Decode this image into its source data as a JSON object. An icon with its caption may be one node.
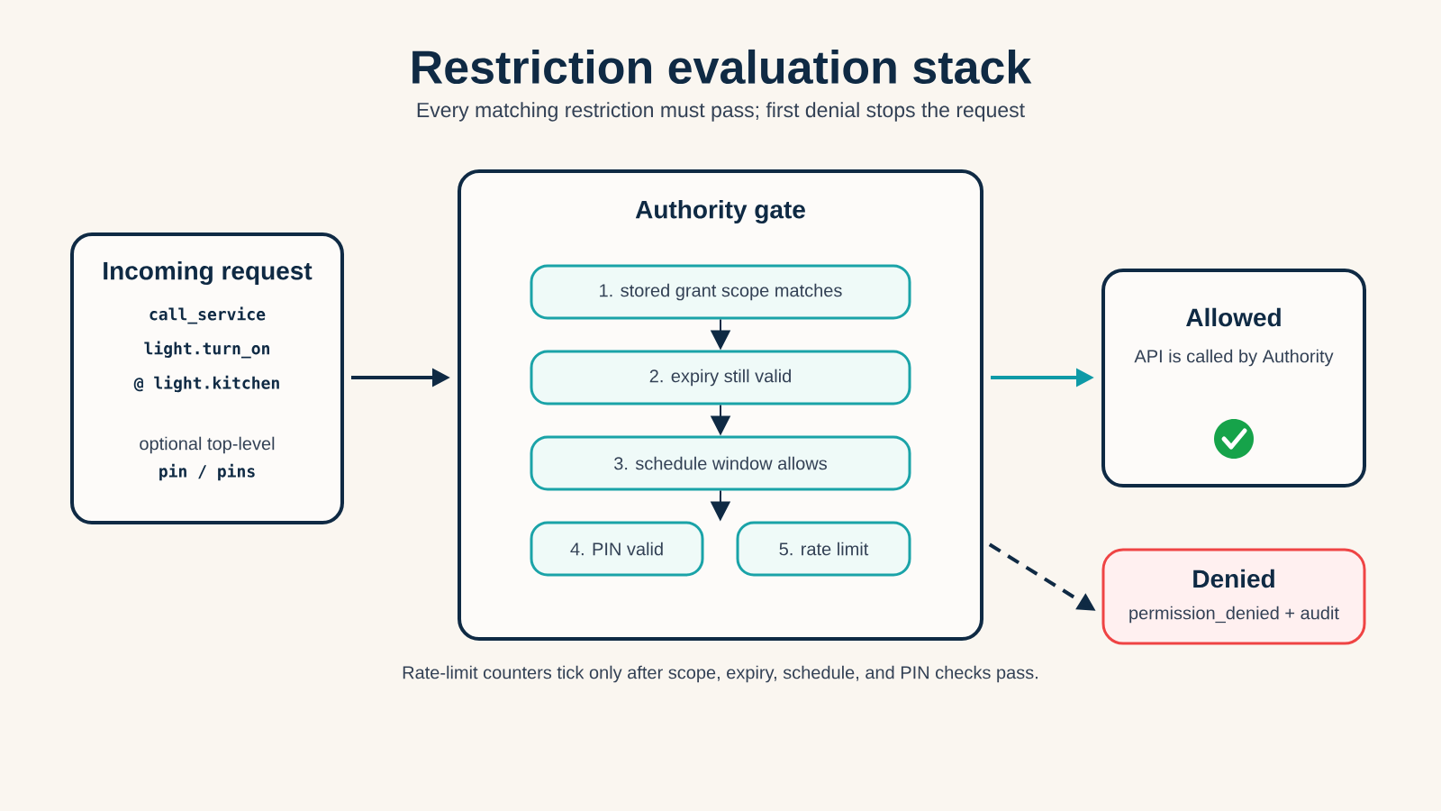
{
  "diagram": {
    "title": "Restriction evaluation stack",
    "caption": "Rate-limit counters tick only after scope, expiry, schedule, and PIN checks pass.",
    "labels": [
      "Every matching restriction must pass; first denial stops the request"
    ],
    "nodes": [
      {
        "text": [
          "Incoming request",
          "call_service",
          "light.turn_on",
          "@ light.kitchen",
          "optional top-level",
          "pin / pins"
        ]
      },
      {
        "text": [
          "Authority gate"
        ]
      },
      {
        "text": [
          "1. stored grant scope matches"
        ],
        "in": 1
      },
      {
        "text": [
          "2. expiry still valid"
        ],
        "in": 1
      },
      {
        "text": [
          "3. schedule window allows"
        ],
        "in": 1
      },
      {
        "text": [
          "4. PIN valid"
        ],
        "in": 1
      },
      {
        "text": [
          "5. rate limit"
        ],
        "in": 1
      },
      {
        "text": [
          "Allowed",
          "API is called by Authority"
        ]
      },
      {
        "text": [
          "Denied",
          "permission_denied + audit"
        ]
      }
    ],
    "edges": [
      {
        "from": 0,
        "to": 1,
        "arrow": "to"
      },
      {
        "from": 2,
        "to": 3,
        "arrow": "to"
      },
      {
        "from": 3,
        "to": 4,
        "arrow": "to"
      },
      {
        "from": 4,
        "to": 5,
        "arrow": "to"
      },
      {
        "from": 4,
        "to": 6,
        "arrow": "to"
      },
      {
        "from": 1,
        "to": 7,
        "arrow": "to",
        "color": "#0e9aa7"
      },
      {
        "from": 1,
        "to": 8,
        "arrow": "to",
        "style": "dashed"
      }
    ]
  }
}
